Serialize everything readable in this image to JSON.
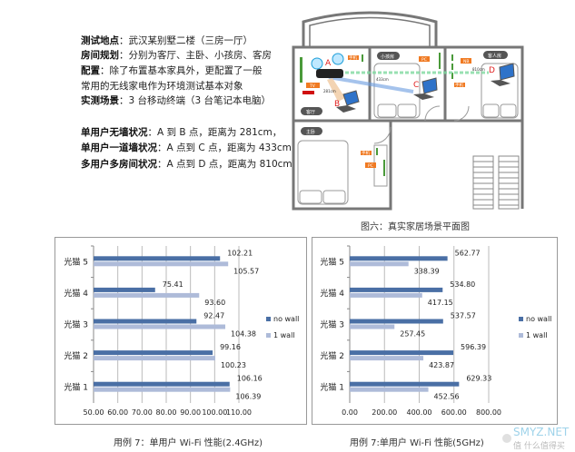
{
  "info": {
    "location_label": "测试地点",
    "location_value": "：武汉某别墅二楼（三房一厅）",
    "rooms_label": "房间规划",
    "rooms_value": "：分别为客厅、主卧、小孩房、客房",
    "config_label": "配置",
    "config_value": "：除了布置基本家具外，更配置了一般",
    "config_value2": "常用的无线家电作为环境测试基本对象",
    "scene_label": "实测场景",
    "scene_value": "：3 台移动终端（3 台笔记本电脑）",
    "case1_label": "单用户无墙状况",
    "case1_value": "：A 到 B 点，距离为 281cm，",
    "case2_label": "单用户一道墙状况",
    "case2_value": "：A 点到 C 点，距离为 433cm",
    "case3_label": "多用户多房间状况",
    "case3_value": "：A 点到 D 点，距离为 810cm"
  },
  "floorplan": {
    "caption": "图六：真实家居场景平面图",
    "rooms": [
      "客厅",
      "小孩房",
      "客人房",
      "主卧"
    ],
    "tags": {
      "tv": "TV",
      "phone": "手机",
      "pc": "PC",
      "nb": "NB"
    },
    "points": [
      "A",
      "B",
      "C",
      "D"
    ],
    "distances": [
      "281cm",
      "433cm",
      "810cm"
    ]
  },
  "colors": {
    "no_wall": "#4a6fa5",
    "one_wall": "#aebbd9",
    "point": "#e02020",
    "tag": "#f07a22"
  },
  "chart_data": [
    {
      "type": "bar",
      "orientation": "horizontal",
      "title": "用例 7：单用户 Wi-Fi 性能(2.4GHz)",
      "categories": [
        "光猫 1",
        "光猫 2",
        "光猫 3",
        "光猫 4",
        "光猫 5"
      ],
      "series": [
        {
          "name": "no wall",
          "values": [
            106.16,
            99.16,
            92.47,
            75.41,
            102.21
          ]
        },
        {
          "name": "1 wall",
          "values": [
            106.39,
            100.23,
            104.38,
            93.6,
            105.57
          ]
        }
      ],
      "xlim": [
        50,
        110
      ],
      "xticks": [
        "50.00",
        "60.00",
        "70.00",
        "80.00",
        "90.00",
        "100.00",
        "110.00"
      ],
      "grid": true,
      "legend": "right"
    },
    {
      "type": "bar",
      "orientation": "horizontal",
      "title": "用例 7:单用户 Wi-Fi 性能(5GHz)",
      "categories": [
        "光猫 1",
        "光猫 2",
        "光猫 3",
        "光猫 4",
        "光猫 5"
      ],
      "series": [
        {
          "name": "no wall",
          "values": [
            629.33,
            596.39,
            537.57,
            534.8,
            562.77
          ]
        },
        {
          "name": "1 wall",
          "values": [
            452.56,
            423.87,
            257.45,
            417.15,
            338.39
          ]
        }
      ],
      "xlim": [
        0,
        800
      ],
      "xticks": [
        "0.00",
        "200.00",
        "400.00",
        "600.00",
        "800.00"
      ],
      "grid": true,
      "legend": "right"
    }
  ],
  "watermark": {
    "text": "SMYZ.NET",
    "brand": "值 什么值得买"
  }
}
